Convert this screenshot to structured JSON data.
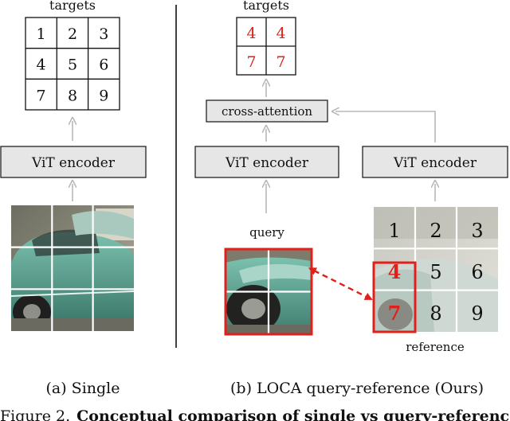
{
  "left_panel": {
    "targets_label": "targets",
    "grid_numbers": [
      "1",
      "2",
      "3",
      "4",
      "5",
      "6",
      "7",
      "8",
      "9"
    ],
    "encoder_label": "ViT encoder",
    "caption": "(a) Single"
  },
  "right_panel": {
    "targets_label": "targets",
    "target_numbers": [
      "4",
      "4",
      "7",
      "7"
    ],
    "cross_attention_label": "cross-attention",
    "encoder_query_label": "ViT encoder",
    "encoder_reference_label": "ViT encoder",
    "query_label": "query",
    "reference_label": "reference",
    "reference_numbers": [
      "1",
      "2",
      "3",
      "4",
      "5",
      "6",
      "7",
      "8",
      "9"
    ],
    "caption": "(b) LOCA query-reference (Ours)"
  },
  "figure_caption": {
    "prefix": "Figure 2.",
    "bold": "Conceptual comparison of single vs query-reference"
  },
  "colors": {
    "highlight_red": "#e0201b",
    "arrow_gray": "#b8b8b8",
    "encoder_fill": "#e6e6e6",
    "car_teal": "#5fa394"
  }
}
